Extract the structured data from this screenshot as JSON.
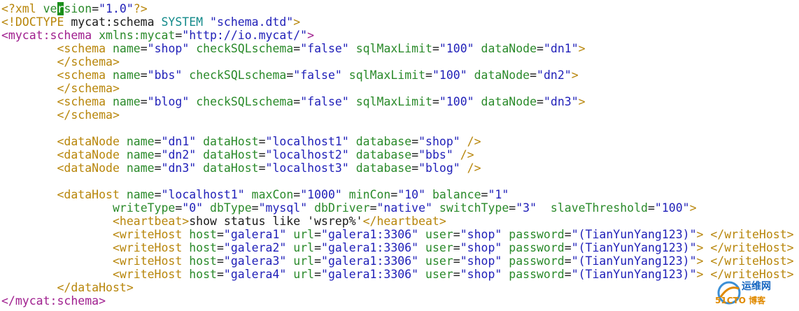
{
  "editor": {
    "lines": [
      [
        {
          "c": "t-pi",
          "t": "<?"
        },
        {
          "c": "t-pi",
          "t": "xml"
        },
        {
          "c": "t-text",
          "t": " "
        },
        {
          "c": "t-attr",
          "t": "ve"
        },
        {
          "c": "cursor",
          "t": "r"
        },
        {
          "c": "t-attr",
          "t": "sion"
        },
        {
          "c": "t-text",
          "t": "="
        },
        {
          "c": "t-val",
          "t": "\"1.0\""
        },
        {
          "c": "t-pi",
          "t": "?>"
        }
      ],
      [
        {
          "c": "t-bang",
          "t": "<!DOCTYPE"
        },
        {
          "c": "t-text",
          "t": " mycat:schema "
        },
        {
          "c": "t-teal",
          "t": "SYSTEM"
        },
        {
          "c": "t-text",
          "t": " "
        },
        {
          "c": "t-val",
          "t": "\"schema.dtd\""
        },
        {
          "c": "t-bang",
          "t": ">"
        }
      ],
      [
        {
          "c": "t-pink",
          "t": "<mycat:schema"
        },
        {
          "c": "t-text",
          "t": " "
        },
        {
          "c": "t-attr",
          "t": "xmlns:mycat"
        },
        {
          "c": "t-text",
          "t": "="
        },
        {
          "c": "t-val",
          "t": "\"http://io.mycat/\""
        },
        {
          "c": "t-pink",
          "t": ">"
        }
      ],
      [
        {
          "c": "t-text",
          "t": "        "
        },
        {
          "c": "t-tag",
          "t": "<schema"
        },
        {
          "c": "t-text",
          "t": " "
        },
        {
          "c": "t-attr",
          "t": "name"
        },
        {
          "c": "t-text",
          "t": "="
        },
        {
          "c": "t-val",
          "t": "\"shop\""
        },
        {
          "c": "t-text",
          "t": " "
        },
        {
          "c": "t-attr",
          "t": "checkSQLschema"
        },
        {
          "c": "t-text",
          "t": "="
        },
        {
          "c": "t-val",
          "t": "\"false\""
        },
        {
          "c": "t-text",
          "t": " "
        },
        {
          "c": "t-attr",
          "t": "sqlMaxLimit"
        },
        {
          "c": "t-text",
          "t": "="
        },
        {
          "c": "t-val",
          "t": "\"100\""
        },
        {
          "c": "t-text",
          "t": " "
        },
        {
          "c": "t-attr",
          "t": "dataNode"
        },
        {
          "c": "t-text",
          "t": "="
        },
        {
          "c": "t-val",
          "t": "\"dn1\""
        },
        {
          "c": "t-tag",
          "t": ">"
        }
      ],
      [
        {
          "c": "t-text",
          "t": "        "
        },
        {
          "c": "t-tag",
          "t": "</schema>"
        }
      ],
      [
        {
          "c": "t-text",
          "t": "        "
        },
        {
          "c": "t-tag",
          "t": "<schema"
        },
        {
          "c": "t-text",
          "t": " "
        },
        {
          "c": "t-attr",
          "t": "name"
        },
        {
          "c": "t-text",
          "t": "="
        },
        {
          "c": "t-val",
          "t": "\"bbs\""
        },
        {
          "c": "t-text",
          "t": " "
        },
        {
          "c": "t-attr",
          "t": "checkSQLschema"
        },
        {
          "c": "t-text",
          "t": "="
        },
        {
          "c": "t-val",
          "t": "\"false\""
        },
        {
          "c": "t-text",
          "t": " "
        },
        {
          "c": "t-attr",
          "t": "sqlMaxLimit"
        },
        {
          "c": "t-text",
          "t": "="
        },
        {
          "c": "t-val",
          "t": "\"100\""
        },
        {
          "c": "t-text",
          "t": " "
        },
        {
          "c": "t-attr",
          "t": "dataNode"
        },
        {
          "c": "t-text",
          "t": "="
        },
        {
          "c": "t-val",
          "t": "\"dn2\""
        },
        {
          "c": "t-tag",
          "t": ">"
        }
      ],
      [
        {
          "c": "t-text",
          "t": "        "
        },
        {
          "c": "t-tag",
          "t": "</schema>"
        }
      ],
      [
        {
          "c": "t-text",
          "t": "        "
        },
        {
          "c": "t-tag",
          "t": "<schema"
        },
        {
          "c": "t-text",
          "t": " "
        },
        {
          "c": "t-attr",
          "t": "name"
        },
        {
          "c": "t-text",
          "t": "="
        },
        {
          "c": "t-val",
          "t": "\"blog\""
        },
        {
          "c": "t-text",
          "t": " "
        },
        {
          "c": "t-attr",
          "t": "checkSQLschema"
        },
        {
          "c": "t-text",
          "t": "="
        },
        {
          "c": "t-val",
          "t": "\"false\""
        },
        {
          "c": "t-text",
          "t": " "
        },
        {
          "c": "t-attr",
          "t": "sqlMaxLimit"
        },
        {
          "c": "t-text",
          "t": "="
        },
        {
          "c": "t-val",
          "t": "\"100\""
        },
        {
          "c": "t-text",
          "t": " "
        },
        {
          "c": "t-attr",
          "t": "dataNode"
        },
        {
          "c": "t-text",
          "t": "="
        },
        {
          "c": "t-val",
          "t": "\"dn3\""
        },
        {
          "c": "t-tag",
          "t": ">"
        }
      ],
      [
        {
          "c": "t-text",
          "t": "        "
        },
        {
          "c": "t-tag",
          "t": "</schema>"
        }
      ],
      [
        {
          "c": "t-text",
          "t": ""
        }
      ],
      [
        {
          "c": "t-text",
          "t": "        "
        },
        {
          "c": "t-tag",
          "t": "<dataNode"
        },
        {
          "c": "t-text",
          "t": " "
        },
        {
          "c": "t-attr",
          "t": "name"
        },
        {
          "c": "t-text",
          "t": "="
        },
        {
          "c": "t-val",
          "t": "\"dn1\""
        },
        {
          "c": "t-text",
          "t": " "
        },
        {
          "c": "t-attr",
          "t": "dataHost"
        },
        {
          "c": "t-text",
          "t": "="
        },
        {
          "c": "t-val",
          "t": "\"localhost1\""
        },
        {
          "c": "t-text",
          "t": " "
        },
        {
          "c": "t-attr",
          "t": "database"
        },
        {
          "c": "t-text",
          "t": "="
        },
        {
          "c": "t-val",
          "t": "\"shop\""
        },
        {
          "c": "t-text",
          "t": " "
        },
        {
          "c": "t-tag",
          "t": "/>"
        }
      ],
      [
        {
          "c": "t-text",
          "t": "        "
        },
        {
          "c": "t-tag",
          "t": "<dataNode"
        },
        {
          "c": "t-text",
          "t": " "
        },
        {
          "c": "t-attr",
          "t": "name"
        },
        {
          "c": "t-text",
          "t": "="
        },
        {
          "c": "t-val",
          "t": "\"dn2\""
        },
        {
          "c": "t-text",
          "t": " "
        },
        {
          "c": "t-attr",
          "t": "dataHost"
        },
        {
          "c": "t-text",
          "t": "="
        },
        {
          "c": "t-val",
          "t": "\"localhost2\""
        },
        {
          "c": "t-text",
          "t": " "
        },
        {
          "c": "t-attr",
          "t": "database"
        },
        {
          "c": "t-text",
          "t": "="
        },
        {
          "c": "t-val",
          "t": "\"bbs\""
        },
        {
          "c": "t-text",
          "t": " "
        },
        {
          "c": "t-tag",
          "t": "/>"
        }
      ],
      [
        {
          "c": "t-text",
          "t": "        "
        },
        {
          "c": "t-tag",
          "t": "<dataNode"
        },
        {
          "c": "t-text",
          "t": " "
        },
        {
          "c": "t-attr",
          "t": "name"
        },
        {
          "c": "t-text",
          "t": "="
        },
        {
          "c": "t-val",
          "t": "\"dn3\""
        },
        {
          "c": "t-text",
          "t": " "
        },
        {
          "c": "t-attr",
          "t": "dataHost"
        },
        {
          "c": "t-text",
          "t": "="
        },
        {
          "c": "t-val",
          "t": "\"localhost3\""
        },
        {
          "c": "t-text",
          "t": " "
        },
        {
          "c": "t-attr",
          "t": "database"
        },
        {
          "c": "t-text",
          "t": "="
        },
        {
          "c": "t-val",
          "t": "\"blog\""
        },
        {
          "c": "t-text",
          "t": " "
        },
        {
          "c": "t-tag",
          "t": "/>"
        }
      ],
      [
        {
          "c": "t-text",
          "t": ""
        }
      ],
      [
        {
          "c": "t-text",
          "t": "        "
        },
        {
          "c": "t-tag",
          "t": "<dataHost"
        },
        {
          "c": "t-text",
          "t": " "
        },
        {
          "c": "t-attr",
          "t": "name"
        },
        {
          "c": "t-text",
          "t": "="
        },
        {
          "c": "t-val",
          "t": "\"localhost1\""
        },
        {
          "c": "t-text",
          "t": " "
        },
        {
          "c": "t-attr",
          "t": "maxCon"
        },
        {
          "c": "t-text",
          "t": "="
        },
        {
          "c": "t-val",
          "t": "\"1000\""
        },
        {
          "c": "t-text",
          "t": " "
        },
        {
          "c": "t-attr",
          "t": "minCon"
        },
        {
          "c": "t-text",
          "t": "="
        },
        {
          "c": "t-val",
          "t": "\"10\""
        },
        {
          "c": "t-text",
          "t": " "
        },
        {
          "c": "t-attr",
          "t": "balance"
        },
        {
          "c": "t-text",
          "t": "="
        },
        {
          "c": "t-val",
          "t": "\"1\""
        }
      ],
      [
        {
          "c": "t-text",
          "t": "                "
        },
        {
          "c": "t-attr",
          "t": "writeType"
        },
        {
          "c": "t-text",
          "t": "="
        },
        {
          "c": "t-val",
          "t": "\"0\""
        },
        {
          "c": "t-text",
          "t": " "
        },
        {
          "c": "t-attr",
          "t": "dbType"
        },
        {
          "c": "t-text",
          "t": "="
        },
        {
          "c": "t-val",
          "t": "\"mysql\""
        },
        {
          "c": "t-text",
          "t": " "
        },
        {
          "c": "t-attr",
          "t": "dbDriver"
        },
        {
          "c": "t-text",
          "t": "="
        },
        {
          "c": "t-val",
          "t": "\"native\""
        },
        {
          "c": "t-text",
          "t": " "
        },
        {
          "c": "t-attr",
          "t": "switchType"
        },
        {
          "c": "t-text",
          "t": "="
        },
        {
          "c": "t-val",
          "t": "\"3\""
        },
        {
          "c": "t-text",
          "t": "  "
        },
        {
          "c": "t-attr",
          "t": "slaveThreshold"
        },
        {
          "c": "t-text",
          "t": "="
        },
        {
          "c": "t-val",
          "t": "\"100\""
        },
        {
          "c": "t-tag",
          "t": ">"
        }
      ],
      [
        {
          "c": "t-text",
          "t": "                "
        },
        {
          "c": "t-tag",
          "t": "<heartbeat>"
        },
        {
          "c": "t-text",
          "t": "show status like 'wsrep%'"
        },
        {
          "c": "t-tag",
          "t": "</heartbeat>"
        }
      ],
      [
        {
          "c": "t-text",
          "t": "                "
        },
        {
          "c": "t-tag",
          "t": "<writeHost"
        },
        {
          "c": "t-text",
          "t": " "
        },
        {
          "c": "t-attr",
          "t": "host"
        },
        {
          "c": "t-text",
          "t": "="
        },
        {
          "c": "t-val",
          "t": "\"galera1\""
        },
        {
          "c": "t-text",
          "t": " "
        },
        {
          "c": "t-attr",
          "t": "url"
        },
        {
          "c": "t-text",
          "t": "="
        },
        {
          "c": "t-val",
          "t": "\"galera1:3306\""
        },
        {
          "c": "t-text",
          "t": " "
        },
        {
          "c": "t-attr",
          "t": "user"
        },
        {
          "c": "t-text",
          "t": "="
        },
        {
          "c": "t-val",
          "t": "\"shop\""
        },
        {
          "c": "t-text",
          "t": " "
        },
        {
          "c": "t-attr",
          "t": "password"
        },
        {
          "c": "t-text",
          "t": "="
        },
        {
          "c": "t-val",
          "t": "\"(TianYunYang123)\""
        },
        {
          "c": "t-tag",
          "t": ">"
        },
        {
          "c": "t-text",
          "t": " "
        },
        {
          "c": "t-tag",
          "t": "</writeHost>"
        }
      ],
      [
        {
          "c": "t-text",
          "t": "                "
        },
        {
          "c": "t-tag",
          "t": "<writeHost"
        },
        {
          "c": "t-text",
          "t": " "
        },
        {
          "c": "t-attr",
          "t": "host"
        },
        {
          "c": "t-text",
          "t": "="
        },
        {
          "c": "t-val",
          "t": "\"galera2\""
        },
        {
          "c": "t-text",
          "t": " "
        },
        {
          "c": "t-attr",
          "t": "url"
        },
        {
          "c": "t-text",
          "t": "="
        },
        {
          "c": "t-val",
          "t": "\"galera1:3306\""
        },
        {
          "c": "t-text",
          "t": " "
        },
        {
          "c": "t-attr",
          "t": "user"
        },
        {
          "c": "t-text",
          "t": "="
        },
        {
          "c": "t-val",
          "t": "\"shop\""
        },
        {
          "c": "t-text",
          "t": " "
        },
        {
          "c": "t-attr",
          "t": "password"
        },
        {
          "c": "t-text",
          "t": "="
        },
        {
          "c": "t-val",
          "t": "\"(TianYunYang123)\""
        },
        {
          "c": "t-tag",
          "t": ">"
        },
        {
          "c": "t-text",
          "t": " "
        },
        {
          "c": "t-tag",
          "t": "</writeHost>"
        }
      ],
      [
        {
          "c": "t-text",
          "t": "                "
        },
        {
          "c": "t-tag",
          "t": "<writeHost"
        },
        {
          "c": "t-text",
          "t": " "
        },
        {
          "c": "t-attr",
          "t": "host"
        },
        {
          "c": "t-text",
          "t": "="
        },
        {
          "c": "t-val",
          "t": "\"galera3\""
        },
        {
          "c": "t-text",
          "t": " "
        },
        {
          "c": "t-attr",
          "t": "url"
        },
        {
          "c": "t-text",
          "t": "="
        },
        {
          "c": "t-val",
          "t": "\"galera1:3306\""
        },
        {
          "c": "t-text",
          "t": " "
        },
        {
          "c": "t-attr",
          "t": "user"
        },
        {
          "c": "t-text",
          "t": "="
        },
        {
          "c": "t-val",
          "t": "\"shop\""
        },
        {
          "c": "t-text",
          "t": " "
        },
        {
          "c": "t-attr",
          "t": "password"
        },
        {
          "c": "t-text",
          "t": "="
        },
        {
          "c": "t-val",
          "t": "\"(TianYunYang123)\""
        },
        {
          "c": "t-tag",
          "t": ">"
        },
        {
          "c": "t-text",
          "t": " "
        },
        {
          "c": "t-tag",
          "t": "</writeHost>"
        }
      ],
      [
        {
          "c": "t-text",
          "t": "                "
        },
        {
          "c": "t-tag",
          "t": "<writeHost"
        },
        {
          "c": "t-text",
          "t": " "
        },
        {
          "c": "t-attr",
          "t": "host"
        },
        {
          "c": "t-text",
          "t": "="
        },
        {
          "c": "t-val",
          "t": "\"galera4\""
        },
        {
          "c": "t-text",
          "t": " "
        },
        {
          "c": "t-attr",
          "t": "url"
        },
        {
          "c": "t-text",
          "t": "="
        },
        {
          "c": "t-val",
          "t": "\"galera1:3306\""
        },
        {
          "c": "t-text",
          "t": " "
        },
        {
          "c": "t-attr",
          "t": "user"
        },
        {
          "c": "t-text",
          "t": "="
        },
        {
          "c": "t-val",
          "t": "\"shop\""
        },
        {
          "c": "t-text",
          "t": " "
        },
        {
          "c": "t-attr",
          "t": "password"
        },
        {
          "c": "t-text",
          "t": "="
        },
        {
          "c": "t-val",
          "t": "\"(TianYunYang123)\""
        },
        {
          "c": "t-tag",
          "t": ">"
        },
        {
          "c": "t-text",
          "t": " "
        },
        {
          "c": "t-tag",
          "t": "</writeHost>"
        }
      ],
      [
        {
          "c": "t-text",
          "t": "        "
        },
        {
          "c": "t-tag",
          "t": "</dataHost>"
        }
      ],
      [
        {
          "c": "t-pink",
          "t": "</mycat:schema>"
        }
      ]
    ]
  },
  "watermark": {
    "title": "运维网",
    "site": "51CTO 博客"
  },
  "colors": {
    "pi": "#b8860b",
    "tag": "#b8860b",
    "root_tag": "#a0208f",
    "attribute": "#2a8a2a",
    "value": "#1f1fb8",
    "keyword": "#138a8a",
    "cursor": "#1a8f1a"
  }
}
